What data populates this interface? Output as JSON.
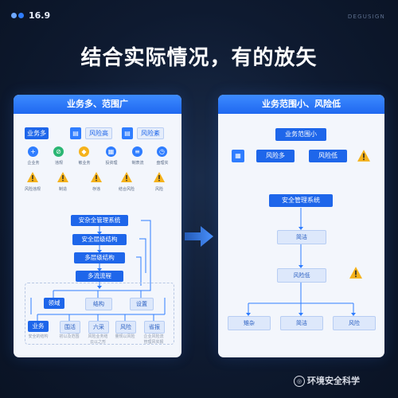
{
  "badge": {
    "text": "16.9"
  },
  "brand": {
    "text": "DEGUSIGN"
  },
  "headline": "结合实际情况，有的放矢",
  "left_panel": {
    "title": "业务多、范围广",
    "top_tags": [
      {
        "label": "业务多",
        "icon": "document-icon"
      },
      {
        "label": "风险高",
        "icon": "document-icon"
      },
      {
        "label": "风险紊",
        "icon": "document-icon"
      }
    ],
    "icon_row": [
      {
        "icon": "add-icon",
        "color": "#2f7dff",
        "glyph": "+",
        "label": "企业务"
      },
      {
        "icon": "ban-icon",
        "color": "#2bb673",
        "glyph": "⊘",
        "label": "违规"
      },
      {
        "icon": "diamond-icon",
        "color": "#f5b21b",
        "glyph": "◆",
        "label": "敏业务"
      },
      {
        "icon": "calculator-icon",
        "color": "#2f7dff",
        "glyph": "▦",
        "label": "投资理"
      },
      {
        "icon": "list-icon",
        "color": "#2f7dff",
        "glyph": "≡",
        "label": "制表流"
      },
      {
        "icon": "clock-icon",
        "color": "#2f7dff",
        "glyph": "◷",
        "label": "盘理实"
      }
    ],
    "warn_row": [
      "风险违规",
      "制造",
      "存违",
      "结合风险",
      "风险"
    ],
    "flow": {
      "level1": "安杂全管理系统",
      "level2": "安全层级结构",
      "level3": "多层级结构",
      "level4": "多流流程",
      "mid_tags": [
        "领域",
        "结构",
        "设置"
      ],
      "bottom_tags": [
        "业务",
        "围活",
        "六采",
        "风险",
        "省报"
      ],
      "bottom_notes": [
        "安全的结构",
        "初以及范围",
        "风险业务结",
        "量规以风险",
        "企业风险流"
      ],
      "bottom_notes2": [
        "",
        "",
        "云以之形",
        "",
        "管理风实报"
      ]
    }
  },
  "right_panel": {
    "title": "业务范围小、风险低",
    "scope_tag": "业务范围小",
    "row_tags": [
      "风险多",
      "风险低"
    ],
    "flow": {
      "system": "安全管理系统",
      "step1": "简洁",
      "step2": "风险低",
      "outputs": [
        "雉杂",
        "简洁",
        "风险"
      ]
    }
  },
  "watermark": {
    "text": "环境安全科学"
  },
  "colors": {
    "accent": "#1e66ea",
    "header": "#2f7dff",
    "warning": "#f5b21b",
    "background": "#0e1a30"
  }
}
